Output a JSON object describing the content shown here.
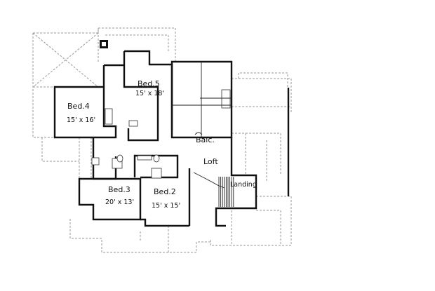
{
  "plan": {
    "rooms": [
      {
        "id": "bed4",
        "name": "Bed.4",
        "size": "15' x 16'"
      },
      {
        "id": "bed5",
        "name": "Bed.5",
        "size": "15' x 18'"
      },
      {
        "id": "bed3",
        "name": "Bed.3",
        "size": "20' x 13'"
      },
      {
        "id": "bed2",
        "name": "Bed.2",
        "size": "15' x 15'"
      }
    ],
    "labels": {
      "balcony": "Balc.",
      "loft": "Loft",
      "landing": "Landing"
    }
  }
}
